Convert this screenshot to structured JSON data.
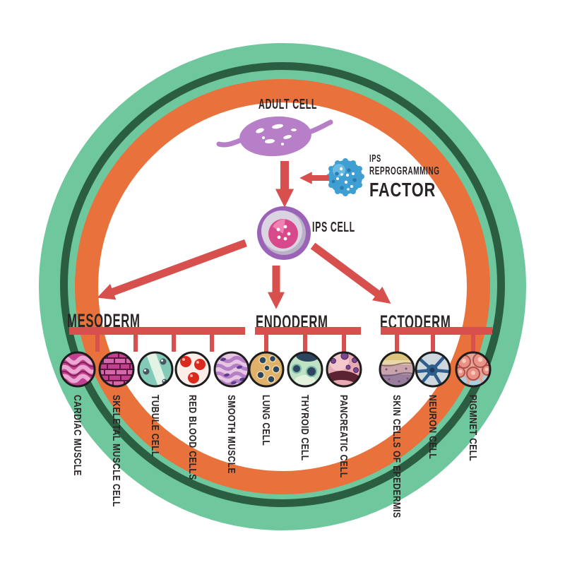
{
  "diagram": {
    "adult_cell_label": "ADULT CELL",
    "ips_cell_label": "IPS CELL",
    "reprogramming_factor": {
      "line1": "IPS",
      "line2": "REPROGRAMMING",
      "line3": "FACTOR"
    }
  },
  "germ_layers": [
    {
      "name": "MESODERM",
      "cells": [
        {
          "label": "CARDIAC MUSCLE",
          "icon": "cardiac-muscle-icon"
        },
        {
          "label": "SKELETAL MUSCLE CELL",
          "icon": "skeletal-muscle-icon"
        },
        {
          "label": "TUBULE CELL",
          "icon": "tubule-cell-icon"
        },
        {
          "label": "RED BLOOD CELLS",
          "icon": "red-blood-cells-icon"
        },
        {
          "label": "SMOOTH MUSCLE",
          "icon": "smooth-muscle-icon"
        }
      ]
    },
    {
      "name": "ENDODERM",
      "cells": [
        {
          "label": "LUNG CELL",
          "icon": "lung-cell-icon"
        },
        {
          "label": "THYROID CELL",
          "icon": "thyroid-cell-icon"
        },
        {
          "label": "PANCREATIC CELL",
          "icon": "pancreatic-cell-icon"
        }
      ]
    },
    {
      "name": "ECTODERM",
      "cells": [
        {
          "label": "SKIN CELLS OF EPEDERMIS",
          "icon": "skin-cells-icon"
        },
        {
          "label": "NEURON CELL",
          "icon": "neuron-cell-icon"
        },
        {
          "label": "PIGMNET CELL",
          "icon": "pigment-cell-icon"
        }
      ]
    }
  ],
  "colors": {
    "outer_ring_mint": "#6fc79d",
    "inner_ring_dark_green": "#2b5d42",
    "ring_orange": "#e8713c",
    "arrow_red": "#d8504e",
    "text_ink": "#2a2424",
    "adult_cell_purple": "#b77fc8",
    "factor_blue": "#3f9fd3",
    "ips_ring_purple": "#9a63b8",
    "ips_nucleus_pink": "#d8498b"
  }
}
